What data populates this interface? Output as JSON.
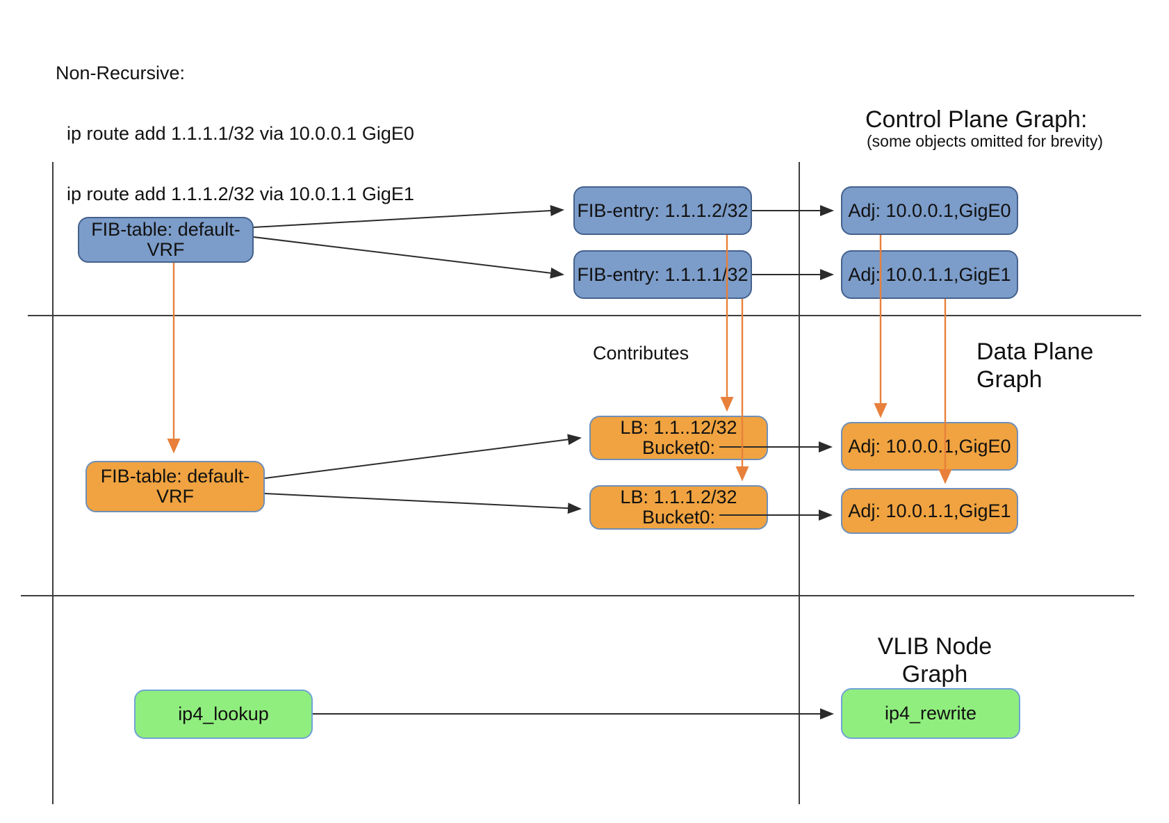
{
  "note": {
    "title": "Non-Recursive:",
    "lines": [
      "ip route add 1.1.1.1/32 via 10.0.0.1 GigE0",
      "ip route add 1.1.1.2/32 via 10.0.1.1 GigE1"
    ]
  },
  "sections": {
    "control_plane": {
      "title": "Control Plane Graph:",
      "subtitle": "(some objects omitted for brevity)"
    },
    "data_plane": {
      "title_line1": "Data Plane",
      "title_line2": "Graph",
      "contributes_label": "Contributes"
    },
    "vlib": {
      "title_line1": "VLIB Node",
      "title_line2": "Graph"
    }
  },
  "nodes": {
    "cp_fib_table": {
      "label": "FIB-table: default-VRF"
    },
    "cp_fib_entry_2": {
      "label": "FIB-entry: 1.1.1.2/32"
    },
    "cp_fib_entry_1": {
      "label": "FIB-entry: 1.1.1.1/32"
    },
    "cp_adj_0": {
      "label": "Adj: 10.0.0.1,GigE0"
    },
    "cp_adj_1": {
      "label": "Adj: 10.0.1.1,GigE1"
    },
    "dp_fib_table": {
      "label": "FIB-table: default-VRF"
    },
    "dp_lb_1": {
      "line1": "LB: 1.1..12/32",
      "line2": "Bucket0:"
    },
    "dp_lb_2": {
      "line1": "LB: 1.1.1.2/32",
      "line2": "Bucket0:"
    },
    "dp_adj_0": {
      "label": "Adj: 10.0.0.1,GigE0"
    },
    "dp_adj_1": {
      "label": "Adj: 10.0.1.1,GigE1"
    },
    "vlib_ip4_lookup": {
      "label": "ip4_lookup"
    },
    "vlib_ip4_rewrite": {
      "label": "ip4_rewrite"
    }
  },
  "colors": {
    "control_plane_fill": "#7C9CC9",
    "control_plane_border": "#44618C",
    "data_plane_fill": "#F0A340",
    "data_plane_border": "#6E8FB9",
    "vlib_fill": "#90EE7E",
    "vlib_border": "#6FA3D4",
    "arrow_black": "#2b2b2b",
    "arrow_orange": "#E8803B",
    "text_color": "#111111"
  }
}
